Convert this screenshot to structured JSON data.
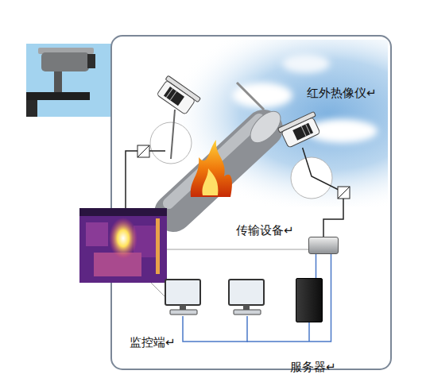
{
  "diagram": {
    "nodes": [
      {
        "text": [
          "红外热像仪↵"
        ]
      },
      {
        "text": [
          "传输设备↵"
        ]
      },
      {
        "text": [
          "监控端↵"
        ]
      },
      {
        "text": [
          "服务器↵"
        ]
      }
    ],
    "edges": [
      {
        "from": 0,
        "to": 1,
        "arrow": "none"
      },
      {
        "from": 1,
        "to": 2,
        "arrow": "none"
      },
      {
        "from": 1,
        "to": 3,
        "arrow": "none"
      }
    ]
  }
}
